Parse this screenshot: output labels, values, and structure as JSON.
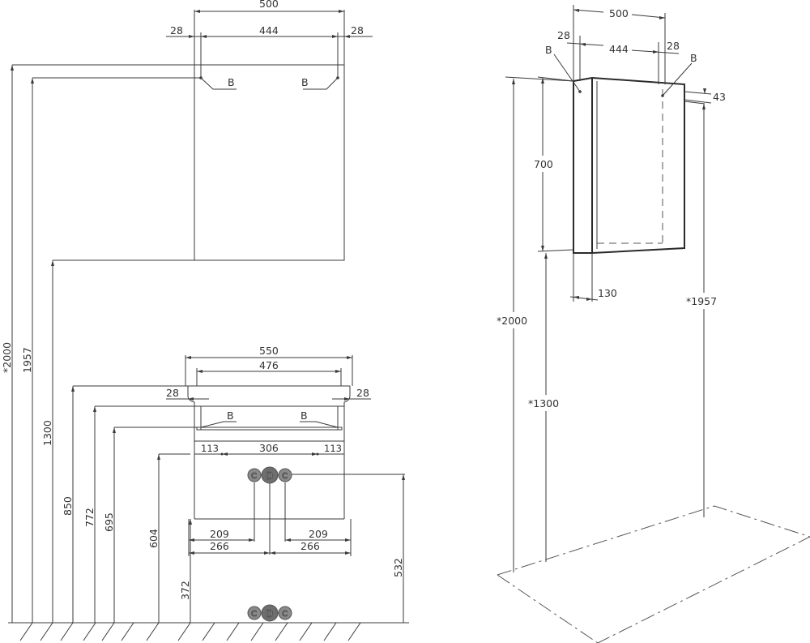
{
  "colors": {
    "line": "#3a3a3a",
    "connector": "#8a8a8a",
    "background": "#ffffff"
  },
  "front_view": {
    "mirror_cabinet": {
      "width_top": "500",
      "side_left": "28",
      "inner_width": "444",
      "side_right": "28",
      "hinge_left": "B",
      "hinge_right": "B"
    },
    "vanity": {
      "width_top": "550",
      "inner_width": "476",
      "side_left": "28",
      "side_right": "28",
      "hinge_left": "B",
      "hinge_right": "B",
      "spacing_left": "113",
      "spacing_mid": "306",
      "spacing_right": "113",
      "conn_left_209": "209",
      "conn_right_209": "209",
      "conn_left_266": "266",
      "conn_right_266": "266"
    },
    "heights": {
      "h2000": "*2000",
      "h1957": "1957",
      "h1300": "1300",
      "h850": "850",
      "h772": "772",
      "h695": "695",
      "h604": "604",
      "h372": "372",
      "h532": "532"
    },
    "connectors": {
      "cold": "C",
      "drain": "D",
      "hot": "C"
    }
  },
  "side_view": {
    "width": "500",
    "side_left": "28",
    "inner_width": "444",
    "side_right": "28",
    "hinge_left": "B",
    "hinge_right": "B",
    "top_offset": "43",
    "cabinet_height": "700",
    "depth": "130",
    "h2000": "*2000",
    "h1300": "*1300",
    "h1957": "*1957"
  }
}
